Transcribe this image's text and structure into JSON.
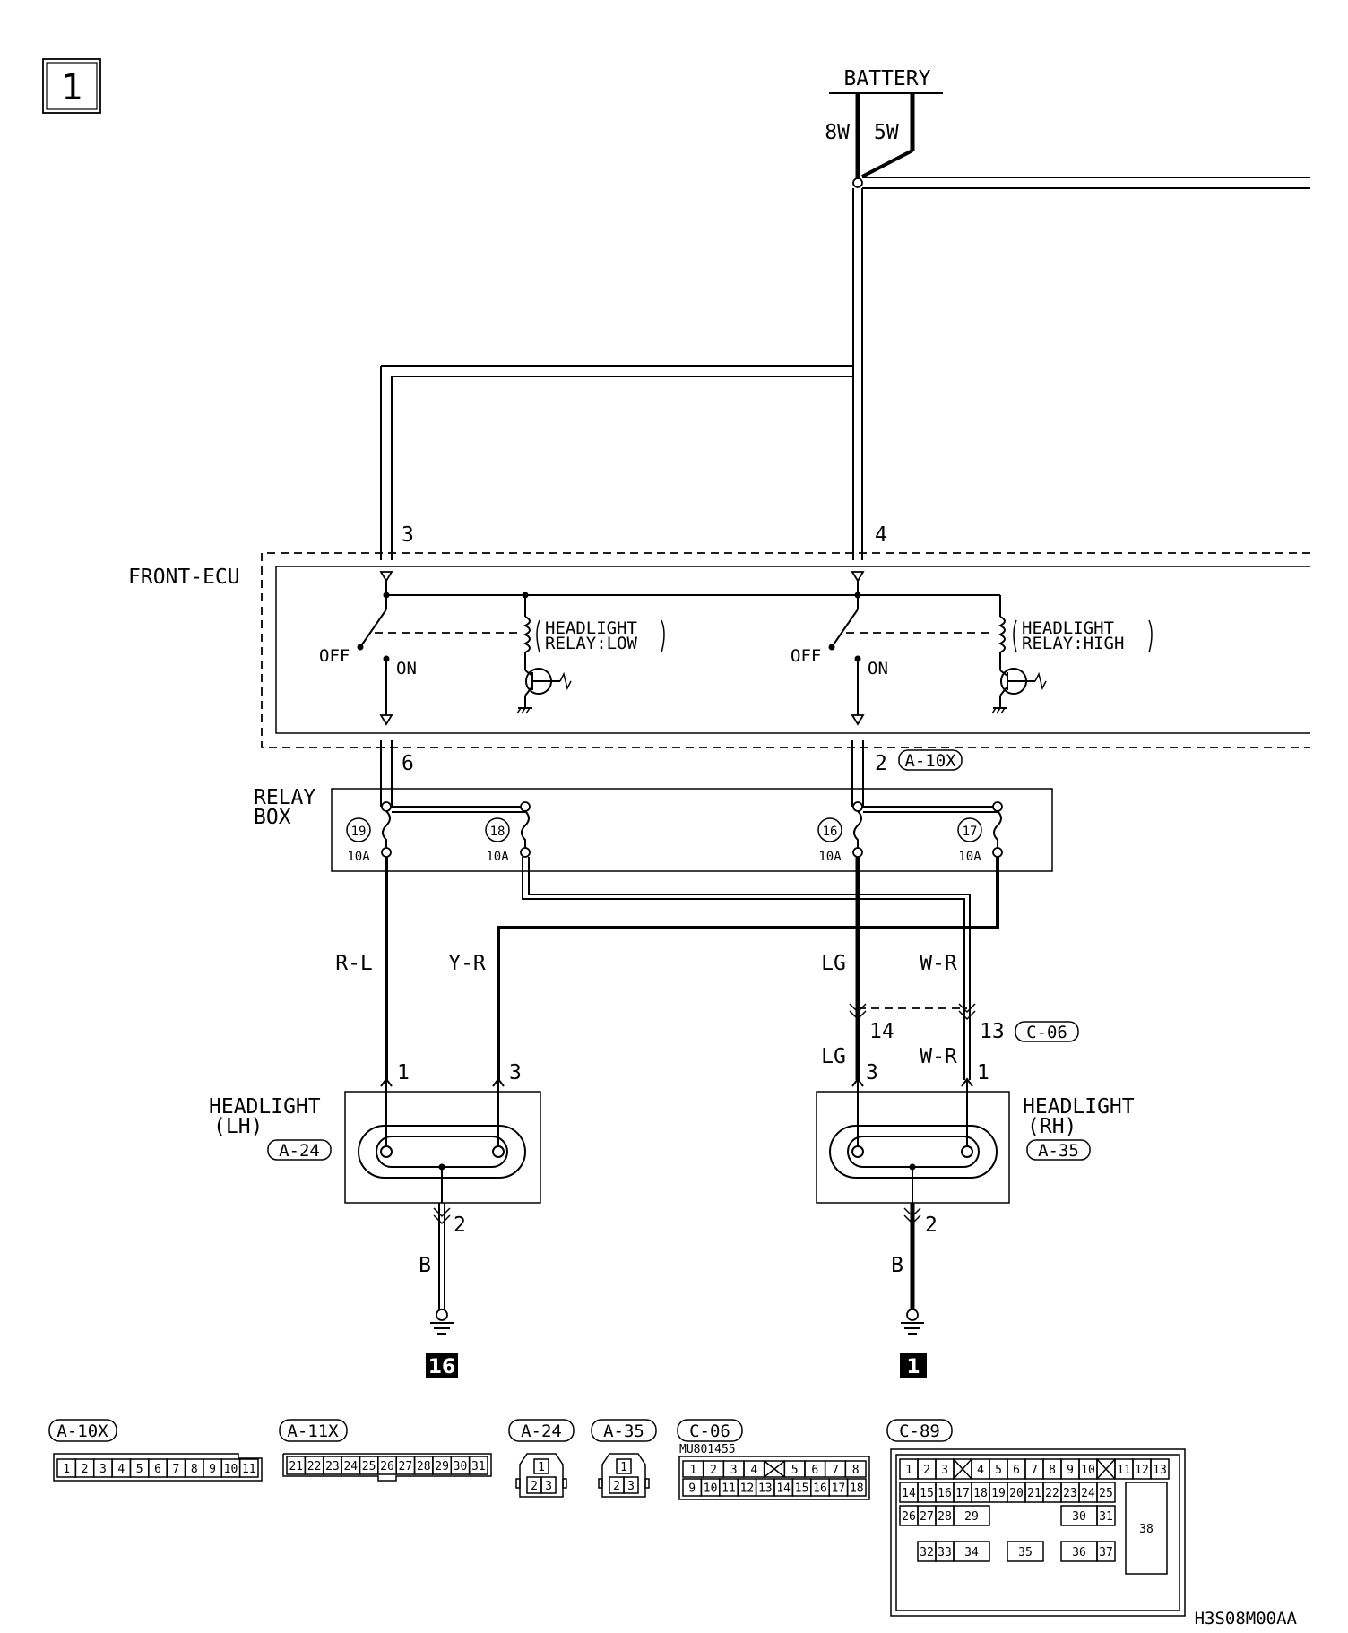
{
  "page_number": "1",
  "battery": {
    "label": "BATTERY",
    "fuse_left": "8W",
    "fuse_right": "5W"
  },
  "front_ecu": {
    "label": "FRONT-ECU",
    "terminal_in_left": "3",
    "terminal_in_right": "4",
    "terminal_out_left": "6",
    "terminal_out_right": "2",
    "connector": "A-10X",
    "relay_low": {
      "line1": "HEADLIGHT",
      "line2": "RELAY:LOW",
      "off": "OFF",
      "on": "ON"
    },
    "relay_high": {
      "line1": "HEADLIGHT",
      "line2": "RELAY:HIGH",
      "off": "OFF",
      "on": "ON"
    }
  },
  "relay_box": {
    "line1": "RELAY",
    "line2": "BOX",
    "fuses": [
      {
        "number": "19",
        "rating": "10A"
      },
      {
        "number": "18",
        "rating": "10A"
      },
      {
        "number": "16",
        "rating": "10A"
      },
      {
        "number": "17",
        "rating": "10A"
      }
    ]
  },
  "wires": {
    "lh_low": "R-L",
    "lh_high": "Y-R",
    "rh_low": "LG",
    "rh_high": "W-R",
    "rh_low_lower": "LG",
    "rh_high_lower": "W-R",
    "ground_lh": "B",
    "ground_rh": "B"
  },
  "intermediate_connector": {
    "pin_left": "14",
    "pin_right": "13",
    "label": "C-06"
  },
  "headlight_lh": {
    "line1": "HEADLIGHT",
    "line2": "(LH)",
    "connector": "A-24",
    "pin_low": "1",
    "pin_high": "3",
    "pin_ground": "2"
  },
  "headlight_rh": {
    "line1": "HEADLIGHT",
    "line2": "(RH)",
    "connector": "A-35",
    "pin_low": "3",
    "pin_high": "1",
    "pin_ground": "2"
  },
  "grounds": {
    "lh": "16",
    "rh": "1"
  },
  "connectors": {
    "a10x": {
      "label": "A-10X",
      "pins": [
        "1",
        "2",
        "3",
        "4",
        "5",
        "6",
        "7",
        "8",
        "9",
        "10",
        "11"
      ]
    },
    "a11x": {
      "label": "A-11X",
      "pins": [
        "21",
        "22",
        "23",
        "24",
        "25",
        "26",
        "27",
        "28",
        "29",
        "30",
        "31"
      ]
    },
    "a24": {
      "label": "A-24",
      "pins": [
        "1",
        "2",
        "3"
      ]
    },
    "a35": {
      "label": "A-35",
      "pins": [
        "1",
        "2",
        "3"
      ]
    },
    "c06": {
      "label": "C-06",
      "part_no": "MU801455",
      "row1": [
        "1",
        "2",
        "3",
        "4",
        "",
        "5",
        "6",
        "7",
        "8"
      ],
      "row2": [
        "9",
        "10",
        "11",
        "12",
        "13",
        "14",
        "15",
        "16",
        "17",
        "18"
      ]
    },
    "c89": {
      "label": "C-89",
      "row1": [
        "1",
        "2",
        "3",
        "",
        "4",
        "5",
        "6",
        "7",
        "8",
        "9",
        "10",
        "",
        "11",
        "12",
        "13"
      ],
      "row2": [
        "14",
        "15",
        "16",
        "17",
        "18",
        "19",
        "20",
        "21",
        "22",
        "23",
        "24",
        "25"
      ],
      "row3": [
        "26",
        "27",
        "28",
        "29",
        "30",
        "31",
        "38"
      ],
      "row4": [
        "32",
        "33",
        "34",
        "35",
        "36",
        "37"
      ]
    }
  },
  "diagram_code": "H3S08M00AA"
}
